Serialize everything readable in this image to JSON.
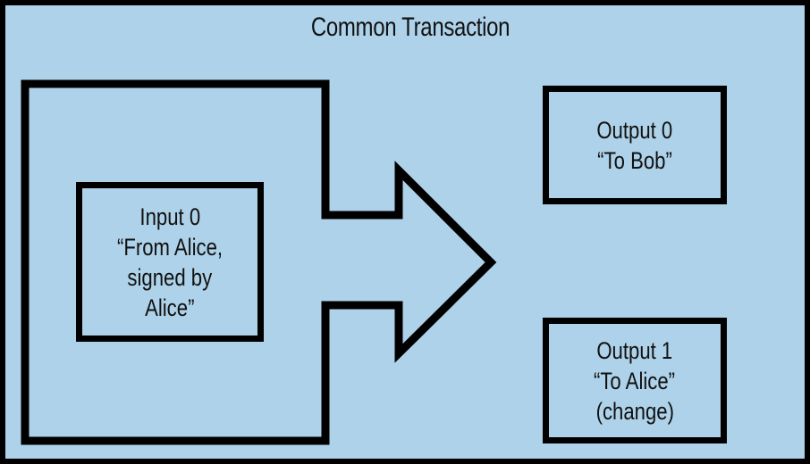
{
  "figure": {
    "title": "Common Transaction",
    "background_color": "#aed2e9",
    "stroke_color": "#000000"
  },
  "inputs": [
    {
      "name": "input-0",
      "lines": [
        "Input 0",
        "“From Alice,",
        "signed by",
        "Alice”"
      ]
    }
  ],
  "flow": {
    "arrow_icon": "right-arrow-icon",
    "direction": "left-to-right"
  },
  "outputs": [
    {
      "name": "output-0",
      "lines": [
        "Output 0",
        "“To Bob”"
      ]
    },
    {
      "name": "output-1",
      "lines": [
        "Output 1",
        "“To Alice”",
        "(change)"
      ]
    }
  ]
}
